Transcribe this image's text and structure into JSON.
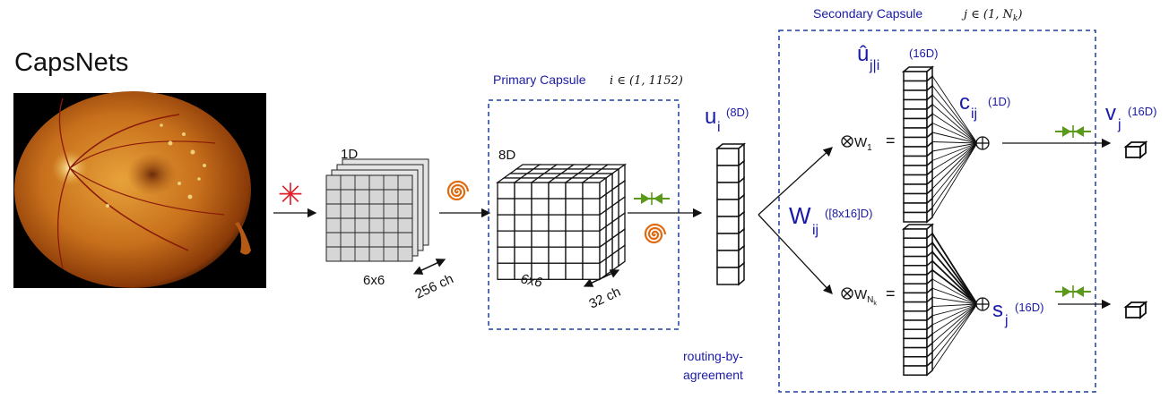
{
  "title": "CapsNets",
  "input_image": {
    "description_icon": "retina-fundus-image"
  },
  "convolution_symbol": "✳",
  "first_layer": {
    "depth_label": "1D",
    "size_label": "6x6",
    "channels_label": "256 ch"
  },
  "primary_capsule": {
    "title": "Primary Capsule",
    "index": "i ∈ (1, 1152)",
    "depth_label": "8D",
    "size_label": "6x6",
    "channels_label": "32 ch"
  },
  "u_vector": {
    "symbol": "u",
    "subscript": "i",
    "superscript": "(8D)"
  },
  "routing_label_line1": "routing-by-",
  "routing_label_line2": "agreement",
  "weight_matrix": {
    "symbol": "W",
    "subscript": "ij",
    "superscript": "([8x16]D)"
  },
  "secondary_capsule": {
    "title": "Secondary Capsule",
    "index": "j ∈ (1, N",
    "index_sub": "k",
    "index_close": ")"
  },
  "u_hat": {
    "symbol": "û",
    "subscript": "j|i",
    "superscript": "(16D)"
  },
  "coupling": {
    "symbol": "c",
    "subscript": "ij",
    "superscript": "(1D)"
  },
  "w1_label": "W",
  "w1_sub": "1",
  "wnk_label": "W",
  "wnk_sub": "N",
  "wnk_subsub": "k",
  "equals": "=",
  "s_vector": {
    "symbol": "s",
    "subscript": "j",
    "superscript": "(16D)"
  },
  "v_vector": {
    "symbol": "v",
    "subscript": "j",
    "superscript": "(16D)"
  },
  "colors": {
    "blue": "#1a1aa6",
    "dashed_box": "#1f3fa0",
    "squash_green": "#5a9a1a",
    "spiral_orange": "#e06a10",
    "conv_red": "#e0202a"
  }
}
